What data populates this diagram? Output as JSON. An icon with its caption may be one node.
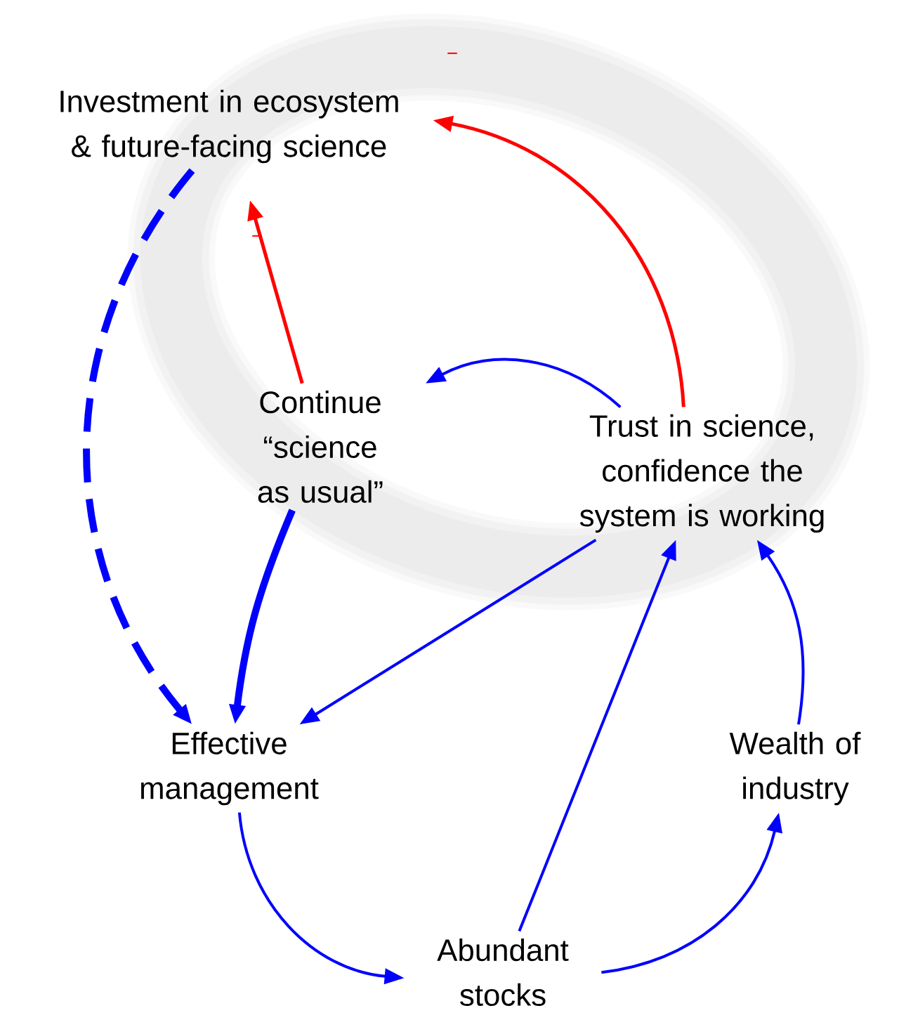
{
  "diagram": {
    "nodes": [
      {
        "text": [
          "Investment in ecosystem & future-facing science"
        ]
      },
      {
        "text": [
          "Continue “science as usual”"
        ]
      },
      {
        "text": [
          "Trust in science, confidence the system is working"
        ]
      },
      {
        "text": [
          "Effective management"
        ]
      },
      {
        "text": [
          "Wealth of industry"
        ]
      },
      {
        "text": [
          "Abundant stocks"
        ]
      }
    ],
    "edges": [
      {
        "from": 2,
        "to": 0,
        "arrow": "to",
        "color": "#ff0000",
        "label": "−"
      },
      {
        "from": 1,
        "to": 0,
        "arrow": "to",
        "color": "#ff0000",
        "label": "−"
      },
      {
        "from": 2,
        "to": 1,
        "arrow": "to"
      },
      {
        "from": 2,
        "to": 3,
        "arrow": "to"
      },
      {
        "from": 1,
        "to": 3,
        "arrow": "to",
        "style": "thick"
      },
      {
        "from": 0,
        "to": 3,
        "arrow": "to",
        "style": "dashed"
      },
      {
        "from": 3,
        "to": 5,
        "arrow": "to"
      },
      {
        "from": 5,
        "to": 4,
        "arrow": "to"
      },
      {
        "from": 5,
        "to": 2,
        "arrow": "to"
      },
      {
        "from": 4,
        "to": 2,
        "arrow": "to"
      }
    ]
  }
}
